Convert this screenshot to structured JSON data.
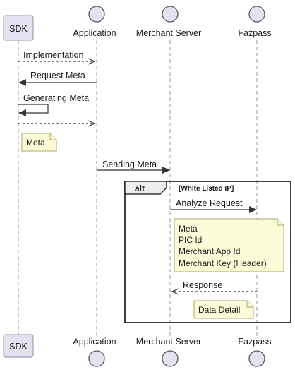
{
  "participants": [
    {
      "id": "sdk",
      "label": "SDK",
      "kind": "box"
    },
    {
      "id": "app",
      "label": "Application",
      "kind": "circle"
    },
    {
      "id": "merchant",
      "label": "Merchant Server",
      "kind": "circle"
    },
    {
      "id": "fazpass",
      "label": "Fazpass",
      "kind": "circle"
    }
  ],
  "messages": [
    {
      "from": "sdk",
      "to": "app",
      "label": "Implementation",
      "style": "dashed"
    },
    {
      "from": "app",
      "to": "sdk",
      "label": "Request Meta",
      "style": "solid"
    },
    {
      "from": "sdk",
      "to": "sdk",
      "label": "Generating Meta",
      "style": "solid",
      "self": true
    },
    {
      "from": "sdk",
      "to": "app",
      "label": "",
      "style": "dashed"
    },
    {
      "from": "app",
      "to": "merchant",
      "label": "Sending Meta",
      "style": "solid"
    },
    {
      "from": "merchant",
      "to": "fazpass",
      "label": "Analyze Request",
      "style": "solid"
    },
    {
      "from": "fazpass",
      "to": "merchant",
      "label": "Response",
      "style": "dashed"
    }
  ],
  "notes": [
    {
      "lines": [
        "Meta"
      ]
    },
    {
      "lines": [
        "Meta",
        "PIC Id",
        "Merchant App Id",
        "Merchant Key (Header)"
      ]
    },
    {
      "lines": [
        "Data Detail"
      ]
    }
  ],
  "alt": {
    "keyword": "alt",
    "guard": "[White Listed IP]"
  },
  "colors": {
    "participant_fill": "#e2e2f0",
    "note_fill": "#fbfbd8",
    "line": "#333333",
    "frame": "#111111"
  }
}
